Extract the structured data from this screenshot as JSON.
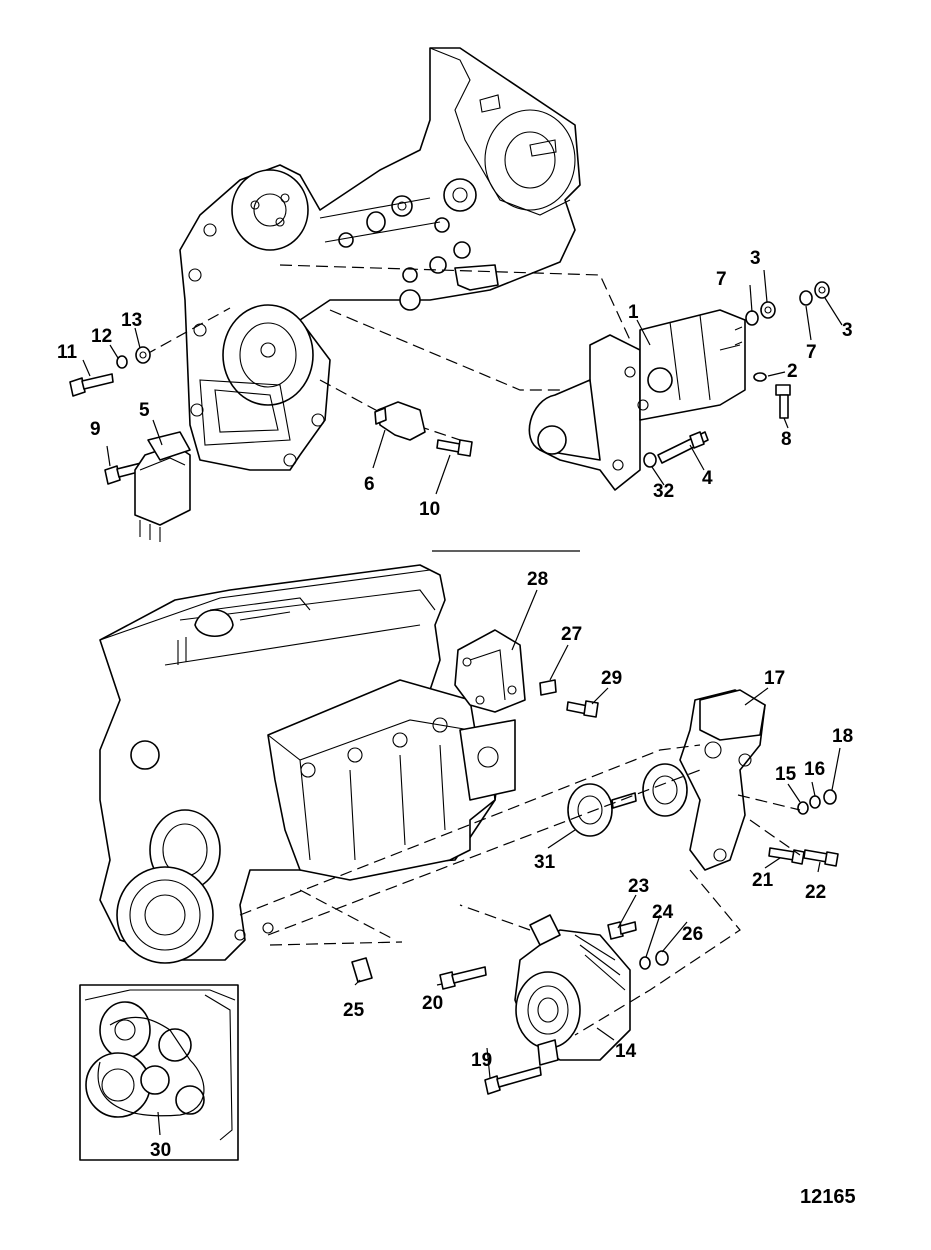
{
  "figure_number": "12165",
  "callouts": [
    {
      "id": "c1",
      "text": "1"
    },
    {
      "id": "c2",
      "text": "2"
    },
    {
      "id": "c3a",
      "text": "3"
    },
    {
      "id": "c3b",
      "text": "3"
    },
    {
      "id": "c4",
      "text": "4"
    },
    {
      "id": "c5",
      "text": "5"
    },
    {
      "id": "c6",
      "text": "6"
    },
    {
      "id": "c7a",
      "text": "7"
    },
    {
      "id": "c7b",
      "text": "7"
    },
    {
      "id": "c8",
      "text": "8"
    },
    {
      "id": "c9",
      "text": "9"
    },
    {
      "id": "c10",
      "text": "10"
    },
    {
      "id": "c11",
      "text": "11"
    },
    {
      "id": "c12",
      "text": "12"
    },
    {
      "id": "c13",
      "text": "13"
    },
    {
      "id": "c14",
      "text": "14"
    },
    {
      "id": "c15",
      "text": "15"
    },
    {
      "id": "c16",
      "text": "16"
    },
    {
      "id": "c17",
      "text": "17"
    },
    {
      "id": "c18",
      "text": "18"
    },
    {
      "id": "c19",
      "text": "19"
    },
    {
      "id": "c20",
      "text": "20"
    },
    {
      "id": "c21",
      "text": "21"
    },
    {
      "id": "c22",
      "text": "22"
    },
    {
      "id": "c23",
      "text": "23"
    },
    {
      "id": "c24",
      "text": "24"
    },
    {
      "id": "c25",
      "text": "25"
    },
    {
      "id": "c26",
      "text": "26"
    },
    {
      "id": "c27",
      "text": "27"
    },
    {
      "id": "c28",
      "text": "28"
    },
    {
      "id": "c29",
      "text": "29"
    },
    {
      "id": "c30",
      "text": "30"
    },
    {
      "id": "c31",
      "text": "31"
    },
    {
      "id": "c32",
      "text": "32"
    }
  ]
}
